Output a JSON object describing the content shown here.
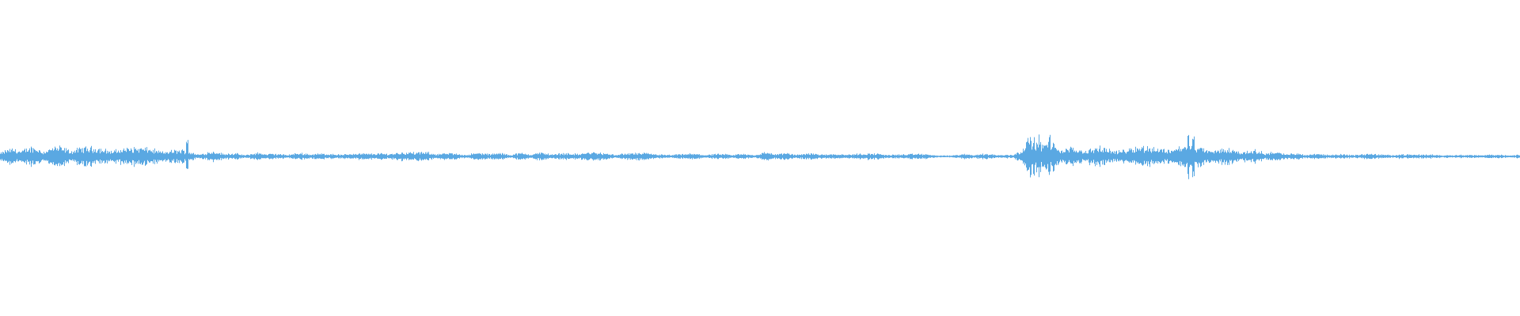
{
  "waveform": {
    "color": "#5aa8e2",
    "background": "#ffffff",
    "amplitude_profile": [
      0.22,
      0.3,
      0.34,
      0.32,
      0.36,
      0.34,
      0.33,
      0.35,
      0.34,
      0.32,
      0.3,
      0.27,
      0.22,
      0.12,
      0.2,
      0.12,
      0.08,
      0.15,
      0.09,
      0.1,
      0.14,
      0.1,
      0.11,
      0.12,
      0.1,
      0.16,
      0.18,
      0.14,
      0.18,
      0.12,
      0.1,
      0.12,
      0.14,
      0.1,
      0.12,
      0.14,
      0.12,
      0.12,
      0.16,
      0.14,
      0.12,
      0.12,
      0.12,
      0.1,
      0.08,
      0.1,
      0.1,
      0.08,
      0.1,
      0.08,
      0.16,
      0.12,
      0.1,
      0.14,
      0.08,
      0.12,
      0.1,
      0.12,
      0.1,
      0.08,
      0.1,
      0.06,
      0.04,
      0.1,
      0.1,
      0.08,
      0.06,
      0.68,
      0.58,
      0.4,
      0.28,
      0.36,
      0.3,
      0.32,
      0.34,
      0.38,
      0.42,
      0.4,
      0.36,
      0.32,
      0.28,
      0.24,
      0.22,
      0.16,
      0.12,
      0.1,
      0.1,
      0.08,
      0.08,
      0.1,
      0.08,
      0.1,
      0.06,
      0.08,
      0.08,
      0.06,
      0.06,
      0.08,
      0.06,
      0.06
    ],
    "peak_fractions": [
      0.123,
      0.684,
      0.69,
      0.782,
      0.785
    ]
  }
}
